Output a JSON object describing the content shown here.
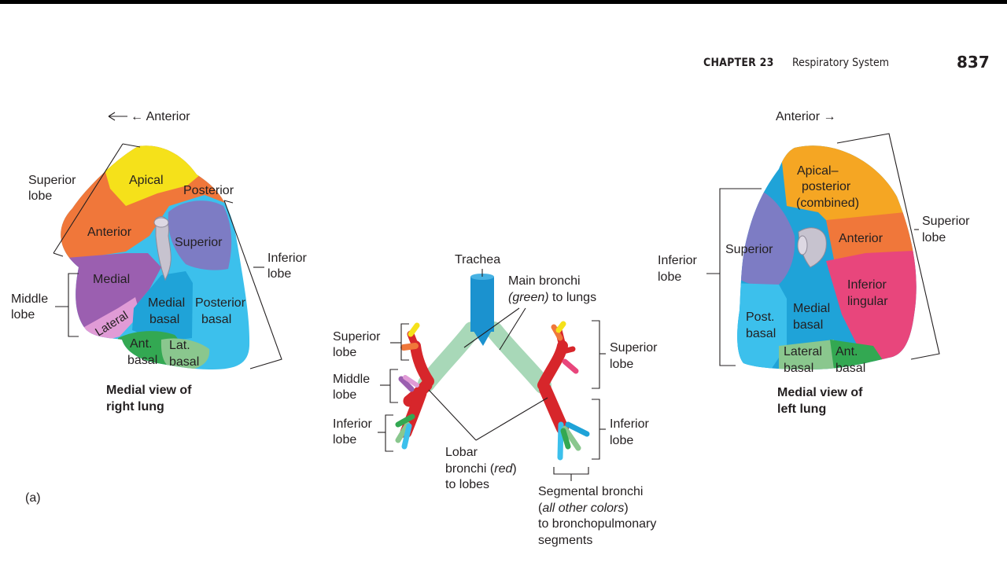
{
  "header": {
    "chapter": "CHAPTER 23",
    "title": "Respiratory System",
    "page": "837"
  },
  "figure_part": "(a)",
  "right_lung": {
    "direction": "← Anterior",
    "caption_line1": "Medial view of",
    "caption_line2": "right lung",
    "lobes": {
      "superior": [
        "Superior",
        "lobe"
      ],
      "middle": [
        "Middle",
        "lobe"
      ],
      "inferior": [
        "Inferior",
        "lobe"
      ]
    },
    "segments": {
      "apical": "Apical",
      "posterior": "Posterior",
      "anterior": "Anterior",
      "superior": "Superior",
      "medial": "Medial",
      "lateral": "Lateral",
      "medial_basal": [
        "Medial",
        "basal"
      ],
      "posterior_basal": [
        "Posterior",
        "basal"
      ],
      "ant_basal": [
        "Ant.",
        "basal"
      ],
      "lat_basal": [
        "Lat.",
        "basal"
      ]
    }
  },
  "bronchi": {
    "trachea": "Trachea",
    "main_bronchi": [
      "Main bronchi",
      "(green)",
      " to lungs"
    ],
    "lobar_bronchi": [
      "Lobar",
      "bronchi (",
      "red",
      ")",
      "to lobes"
    ],
    "segmental_bronchi": [
      "Segmental bronchi",
      "(",
      "all other colors",
      ")",
      "to bronchopulmonary",
      "segments"
    ],
    "left_labels": {
      "superior": [
        "Superior",
        "lobe"
      ],
      "middle": [
        "Middle",
        "lobe"
      ],
      "inferior": [
        "Inferior",
        "lobe"
      ]
    },
    "right_labels": {
      "superior": [
        "Superior",
        "lobe"
      ],
      "inferior": [
        "Inferior",
        "lobe"
      ]
    }
  },
  "left_lung": {
    "direction": "Anterior →",
    "caption_line1": "Medial view of",
    "caption_line2": "left lung",
    "lobes": {
      "superior": [
        "Superior",
        "lobe"
      ],
      "inferior": [
        "Inferior",
        "lobe"
      ]
    },
    "segments": {
      "apical_posterior": [
        "Apical–",
        "posterior",
        "(combined)"
      ],
      "anterior": "Anterior",
      "superior": "Superior",
      "inferior_lingular": [
        "Inferior",
        "lingular"
      ],
      "post_basal": [
        "Post.",
        "basal"
      ],
      "medial_basal": [
        "Medial",
        "basal"
      ],
      "lateral_basal": [
        "Lateral",
        "basal"
      ],
      "ant_basal": [
        "Ant.",
        "basal"
      ]
    }
  },
  "colors": {
    "apical": "#f5e11a",
    "orange": "#f0773a",
    "amber": "#f5a623",
    "purple": "#7d7cc4",
    "violet": "#9b5fb0",
    "pink": "#e8467c",
    "blue": "#1fa3d8",
    "lightblue": "#3cc0ec",
    "green": "#33a852",
    "lightgreen": "#8ac78e",
    "red": "#d7262b",
    "trachea": "#1b92cf",
    "mainbronchi": "#a8d8b8"
  }
}
